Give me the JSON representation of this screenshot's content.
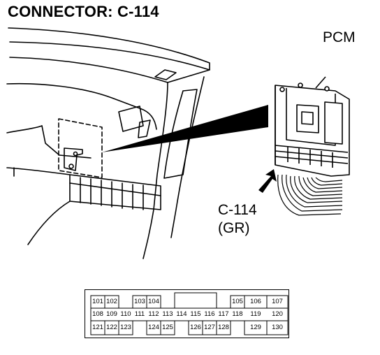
{
  "title": "CONNECTOR: C-114",
  "labels": {
    "pcm": "PCM",
    "connector_id": "C-114",
    "connector_color": "(GR)"
  },
  "pinout": {
    "rows": [
      [
        "101",
        "102",
        "",
        "103",
        "104",
        "",
        "",
        "",
        "",
        "",
        "105",
        "106",
        "107"
      ],
      [
        "108",
        "109",
        "110",
        "111",
        "112",
        "113",
        "114",
        "115",
        "116",
        "117",
        "118",
        "119",
        "120"
      ],
      [
        "121",
        "122",
        "123",
        "",
        "124",
        "125",
        "",
        "126",
        "127",
        "128",
        "",
        "129",
        "130"
      ]
    ]
  }
}
